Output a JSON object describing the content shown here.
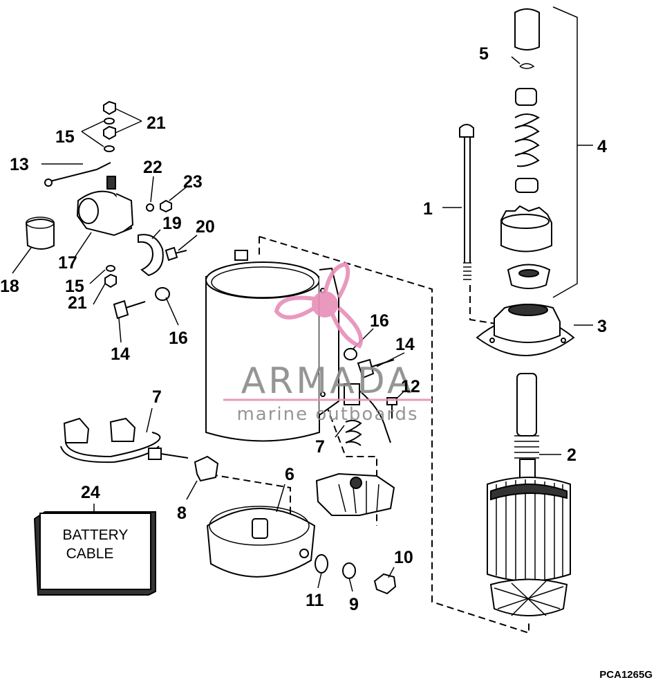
{
  "diagram": {
    "part_labels": [
      {
        "id": "1",
        "text": "1"
      },
      {
        "id": "2",
        "text": "2"
      },
      {
        "id": "3",
        "text": "3"
      },
      {
        "id": "4",
        "text": "4"
      },
      {
        "id": "5",
        "text": "5"
      },
      {
        "id": "6",
        "text": "6"
      },
      {
        "id": "7a",
        "text": "7"
      },
      {
        "id": "7b",
        "text": "7"
      },
      {
        "id": "8",
        "text": "8"
      },
      {
        "id": "9",
        "text": "9"
      },
      {
        "id": "10",
        "text": "10"
      },
      {
        "id": "11",
        "text": "11"
      },
      {
        "id": "12",
        "text": "12"
      },
      {
        "id": "13",
        "text": "13"
      },
      {
        "id": "14a",
        "text": "14"
      },
      {
        "id": "14b",
        "text": "14"
      },
      {
        "id": "15a",
        "text": "15"
      },
      {
        "id": "15b",
        "text": "15"
      },
      {
        "id": "16a",
        "text": "16"
      },
      {
        "id": "16b",
        "text": "16"
      },
      {
        "id": "17",
        "text": "17"
      },
      {
        "id": "18",
        "text": "18"
      },
      {
        "id": "19",
        "text": "19"
      },
      {
        "id": "20",
        "text": "20"
      },
      {
        "id": "21a",
        "text": "21"
      },
      {
        "id": "21b",
        "text": "21"
      },
      {
        "id": "22",
        "text": "22"
      },
      {
        "id": "23",
        "text": "23"
      },
      {
        "id": "24",
        "text": "24"
      }
    ],
    "battery_box": {
      "line1": "BATTERY",
      "line2": "CABLE"
    },
    "figure_code": "PCA1265G",
    "watermark": {
      "brand": "ARMADA",
      "tagline": "marine outboards",
      "color": "#e88fb8"
    }
  }
}
